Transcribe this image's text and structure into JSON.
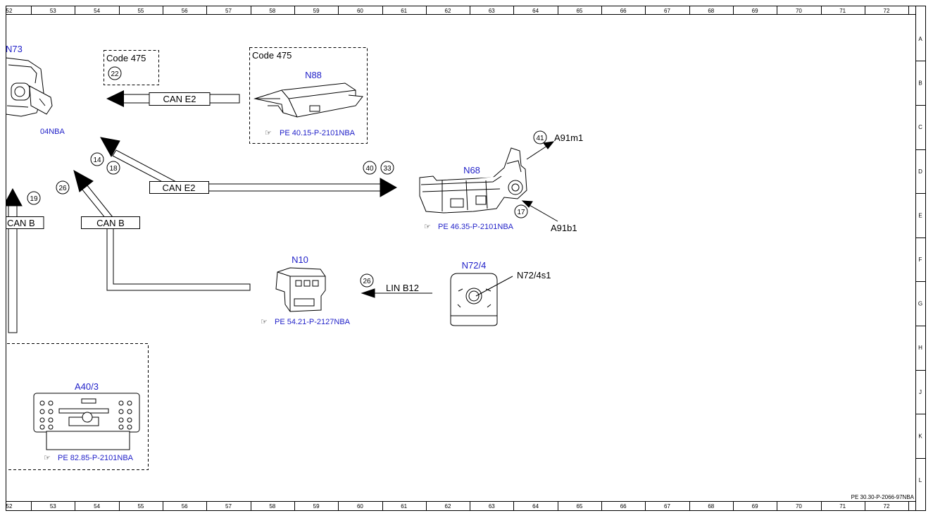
{
  "ruler_columns": [
    "52",
    "53",
    "54",
    "55",
    "56",
    "57",
    "58",
    "59",
    "60",
    "61",
    "62",
    "63",
    "64",
    "65",
    "66",
    "67",
    "68",
    "69",
    "70",
    "71",
    "72"
  ],
  "ruler_rows": [
    "A",
    "B",
    "C",
    "D",
    "E",
    "F",
    "G",
    "H",
    "J",
    "K",
    "L"
  ],
  "doc_code": "PE 30.30-P-2066-97NBA",
  "components": {
    "n73": {
      "label": "N73",
      "ref": "04NBA"
    },
    "n88": {
      "label": "N88",
      "code": "Code 475",
      "ref": "PE 40.15-P-2101NBA"
    },
    "code_box": {
      "code": "Code 475",
      "num": "22"
    },
    "n68": {
      "label": "N68",
      "ref": "PE 46.35-P-2101NBA"
    },
    "n10": {
      "label": "N10",
      "ref": "PE 54.21-P-2127NBA"
    },
    "n72_4": {
      "label": "N72/4",
      "sub": "N72/4s1"
    },
    "a40_3": {
      "label": "A40/3",
      "ref": "PE 82.85-P-2101NBA"
    }
  },
  "buses": {
    "can_e2_top": "CAN E2",
    "can_e2_mid": "CAN E2",
    "can_b_left": "CAN B",
    "can_b_mid": "CAN B",
    "lin_b12": "LIN B12"
  },
  "wire_nums": {
    "w14": "14",
    "w18": "18",
    "w26a": "26",
    "w19": "19",
    "w40": "40",
    "w33": "33",
    "w41": "41",
    "w17": "17",
    "w26b": "26"
  },
  "callouts": {
    "a91m1": "A91m1",
    "a91b1": "A91b1"
  },
  "colors": {
    "blue": "#1f1fc8",
    "line": "#000000"
  }
}
